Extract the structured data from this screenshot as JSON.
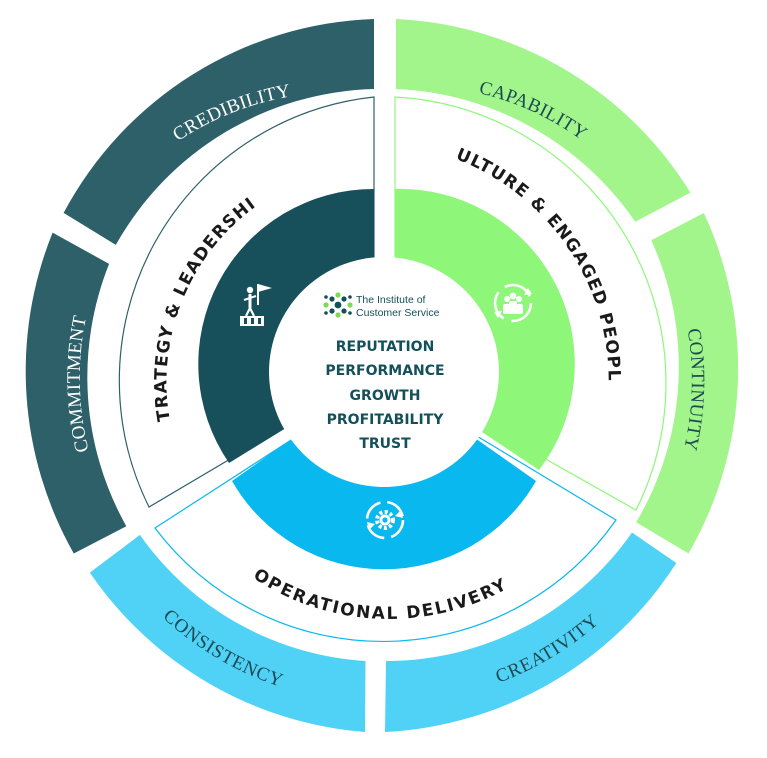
{
  "outer_ring": {
    "credibility": "CREDIBILITY",
    "commitment": "COMMITMENT",
    "capability": "CAPABILITY",
    "continuity": "CONTINUITY",
    "consistency": "CONSISTENCY",
    "creativity": "CREATIVITY"
  },
  "middle_ring": {
    "strategy": "STRATEGY & LEADERSHIP",
    "culture": "CULTURE & ENGAGED PEOPLE",
    "operational": "OPERATIONAL DELIVERY"
  },
  "center": {
    "logo_line1": "The Institute of",
    "logo_line2": "Customer Service",
    "items": [
      "REPUTATION",
      "PERFORMANCE",
      "GROWTH",
      "PROFITABILITY",
      "TRUST"
    ]
  },
  "colors": {
    "dark_teal": "#2e6069",
    "deep_teal": "#17505a",
    "light_green": "#a2f58a",
    "green": "#8ef77a",
    "light_blue": "#4fd2f6",
    "blue": "#08b8ef",
    "text_dark": "#1a1a1a",
    "text_teal": "#14505a",
    "white": "#ffffff"
  },
  "icons": {
    "strategy": "summit-flag-icon",
    "culture": "people-cycle-icon",
    "operational": "gear-cycle-icon",
    "logo": "institute-logo-icon"
  }
}
